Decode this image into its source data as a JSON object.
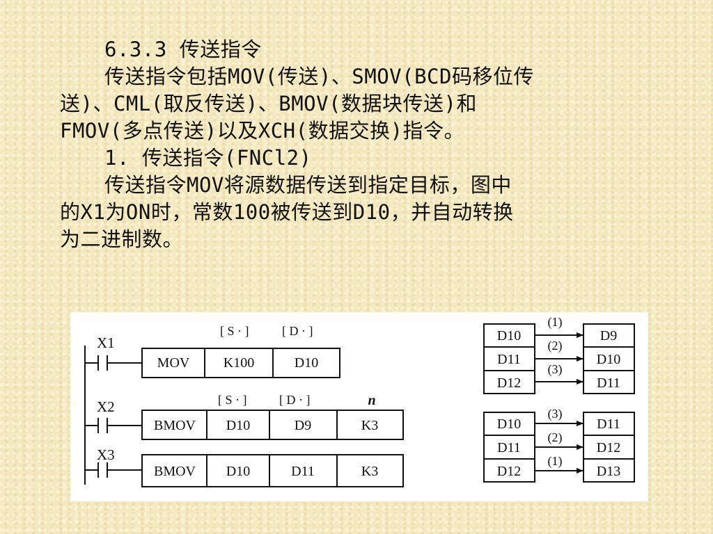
{
  "section": {
    "heading": "6.3.3  传送指令",
    "intro_lines": [
      "传送指令包括MOV(传送)、SMOV(BCD码移位传",
      "送)、CML(取反传送)、BMOV(数据块传送)和",
      "FMOV(多点传送)以及XCH(数据交换)指令。"
    ],
    "subheading": "1. 传送指令(FNCl2)",
    "body_lines": [
      "传送指令MOV将源数据传送到指定目标，图中",
      "的X1为ON时，常数100被传送到D10，并自动转换",
      "为二进制数。"
    ]
  },
  "ladder": {
    "rungs": [
      {
        "contact": "X1",
        "instruction": "MOV",
        "operands": [
          "K100",
          "D10"
        ],
        "headers": [
          "[ S · ]",
          "[ D · ]"
        ]
      },
      {
        "contact": "X2",
        "instruction": "BMOV",
        "operands": [
          "D10",
          "D9",
          "K3"
        ],
        "headers": [
          "[ S · ]",
          "[ D · ]",
          "n"
        ]
      },
      {
        "contact": "X3",
        "instruction": "BMOV",
        "operands": [
          "D10",
          "D11",
          "K3"
        ],
        "headers": []
      }
    ]
  },
  "transfer_diagrams": [
    {
      "sources": [
        "D10",
        "D11",
        "D12"
      ],
      "targets": [
        "D9",
        "D10",
        "D11"
      ],
      "order_labels": [
        "(1)",
        "(2)",
        "(3)"
      ]
    },
    {
      "sources": [
        "D10",
        "D11",
        "D12"
      ],
      "targets": [
        "D11",
        "D12",
        "D13"
      ],
      "order_labels": [
        "(3)",
        "(2)",
        "(1)"
      ]
    }
  ]
}
